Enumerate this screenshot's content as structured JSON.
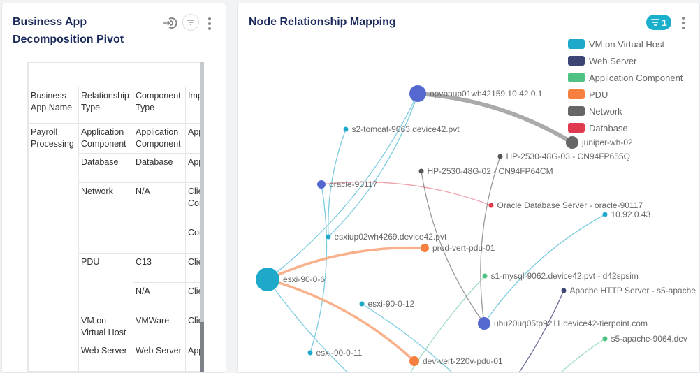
{
  "left_panel": {
    "title": "Business App Decomposition Pivot",
    "icons": [
      "reset-icon",
      "filter-icon",
      "more-vertical-icon"
    ],
    "table": {
      "headers": [
        "Business App Name",
        "Relationship Type",
        "Component Type",
        "Imp Rea"
      ],
      "rows": [
        [
          "Payroll Processing",
          "Application Component",
          "Application Component",
          "App Cor"
        ],
        [
          "",
          "Database",
          "Database",
          "App Cor"
        ],
        [
          "",
          "Network",
          "N/A",
          "Clie with Cor"
        ],
        [
          "",
          "",
          "",
          "Cor Swi"
        ],
        [
          "",
          "PDU",
          "C13",
          "Clie with"
        ],
        [
          "",
          "",
          "N/A",
          "Clie with"
        ],
        [
          "",
          "VM on Virtual Host",
          "VMWare",
          "Clie"
        ],
        [
          "",
          "Web Server",
          "Web Server",
          "App Cor"
        ]
      ]
    }
  },
  "right_panel": {
    "title": "Node Relationship Mapping",
    "filter_count": "1",
    "legend": [
      {
        "label": "VM on Virtual Host",
        "color": "#1ea8c9"
      },
      {
        "label": "Web Server",
        "color": "#3d4575"
      },
      {
        "label": "Application Component",
        "color": "#4fc182"
      },
      {
        "label": "PDU",
        "color": "#f6803f"
      },
      {
        "label": "Network",
        "color": "#666666"
      },
      {
        "label": "Database",
        "color": "#e03a50"
      }
    ],
    "nodes": [
      {
        "name": "opvpnup01wh42159.10.42.0.1",
        "color": "#5468d0"
      },
      {
        "name": "s2-tomcat-9063.device42.pvt",
        "color": "#1ea8c9"
      },
      {
        "name": "juniper-wh-02",
        "color": "#666666"
      },
      {
        "name": "HP-2530-48G-03 - CN94FP655Q",
        "color": "#555555"
      },
      {
        "name": "HP-2530-48G-02 - CN94FP64CM",
        "color": "#555555"
      },
      {
        "name": "oracle-90117",
        "color": "#5468d0"
      },
      {
        "name": "Oracle Database Server - oracle-90117",
        "color": "#e03a50"
      },
      {
        "name": "10.92.0.43",
        "color": "#1ea8c9"
      },
      {
        "name": "esxiup02wh4269.device42.pvt",
        "color": "#1ea8c9"
      },
      {
        "name": "prod-vert-pdu-01",
        "color": "#f6803f"
      },
      {
        "name": "esxi-90-0-6",
        "color": "#1ea8c9"
      },
      {
        "name": "s1-mysql-9062.device42.pvt - d42spsim",
        "color": "#4fc182"
      },
      {
        "name": "Apache HTTP Server - s5-apache",
        "color": "#3d4575"
      },
      {
        "name": "esxi-90-0-12",
        "color": "#1ea8c9"
      },
      {
        "name": "ubu20uq05tp9211.device42-tierpoint.com",
        "color": "#5468d0"
      },
      {
        "name": "s5-apache-9064.dev",
        "color": "#4fc182"
      },
      {
        "name": "esxi-90-0-11",
        "color": "#1ea8c9"
      },
      {
        "name": "dev-vert-220v-pdu-01",
        "color": "#f6803f"
      }
    ],
    "edges": [
      {
        "from": "juniper-wh-02",
        "to": "opvpnup01wh42159.10.42.0.1",
        "color": "#aaaaaa"
      },
      {
        "from": "esxi-90-0-6",
        "to": "opvpnup01wh42159.10.42.0.1",
        "color": "#7ccbe0"
      },
      {
        "from": "esxiup02wh4269.device42.pvt",
        "to": "opvpnup01wh42159.10.42.0.1",
        "color": "#7ccbe0"
      },
      {
        "from": "Oracle Database Server - oracle-90117",
        "to": "oracle-90117",
        "color": "#f0a0aa"
      },
      {
        "from": "esxi-90-0-11",
        "to": "oracle-90117",
        "color": "#7ccbe0"
      },
      {
        "from": "prod-vert-pdu-01",
        "to": "esxi-90-0-6",
        "color": "#f9b08a"
      },
      {
        "from": "dev-vert-220v-pdu-01",
        "to": "esxi-90-0-6",
        "color": "#f9b08a"
      },
      {
        "from": "HP-2530-48G-03 - CN94FP655Q",
        "to": "ubu20uq05tp9211.device42-tierpoint.com",
        "color": "#999999"
      },
      {
        "from": "HP-2530-48G-02 - CN94FP64CM",
        "to": "ubu20uq05tp9211.device42-tierpoint.com",
        "color": "#999999"
      },
      {
        "from": "10.92.0.43",
        "to": "ubu20uq05tp9211.device42-tierpoint.com",
        "color": "#7ccbe0"
      }
    ]
  }
}
